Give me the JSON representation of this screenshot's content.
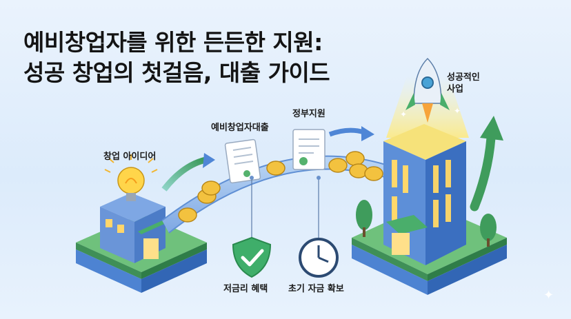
{
  "title": {
    "line1": "예비창업자를 위한 든든한 지원:",
    "line2": "성공 창업의 첫걸음, 대출 가이드"
  },
  "labels": {
    "idea": "창업 아이디어",
    "loan": "예비창업자대출",
    "gov": "정부지원",
    "success": "성공적인\n사업",
    "low_interest": "저금리 혜택",
    "initial_funds": "초기 자금 확보"
  },
  "icons": [
    "lightbulb-icon",
    "document-icon",
    "coin-icon",
    "rocket-icon",
    "shield-check-icon",
    "clock-icon",
    "arrow-up-icon"
  ],
  "colors": {
    "accent_green": "#4cae6a",
    "accent_blue": "#4f86d6",
    "coin": "#f1be3a",
    "building": "#3c74c6"
  }
}
